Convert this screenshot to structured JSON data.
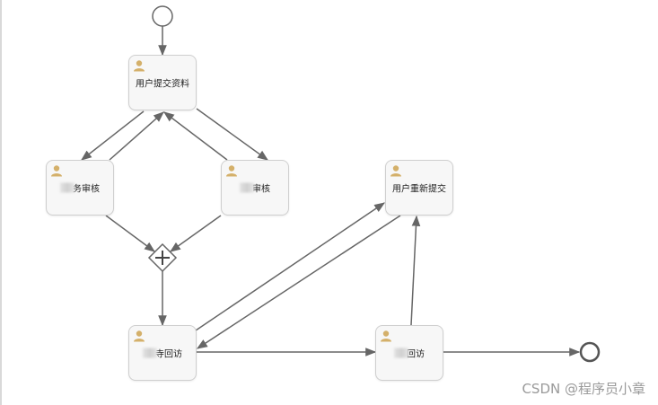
{
  "nodes": {
    "submit": {
      "label": "用户提交资料"
    },
    "review_a": {
      "label": "务审核"
    },
    "review_b": {
      "label": "审核"
    },
    "visit_a": {
      "label": "寺回访"
    },
    "visit_b": {
      "label": "回访"
    },
    "resubmit": {
      "label": "用户重新提交"
    }
  },
  "watermark": "CSDN @程序员小章",
  "colors": {
    "edge": "#666666",
    "task_border": "#cfcfcf",
    "task_fill": "#f7f7f7",
    "user_icon": "#d4b06a"
  },
  "icons": {
    "task": "user-icon",
    "gateway": "parallel-gateway-plus"
  }
}
